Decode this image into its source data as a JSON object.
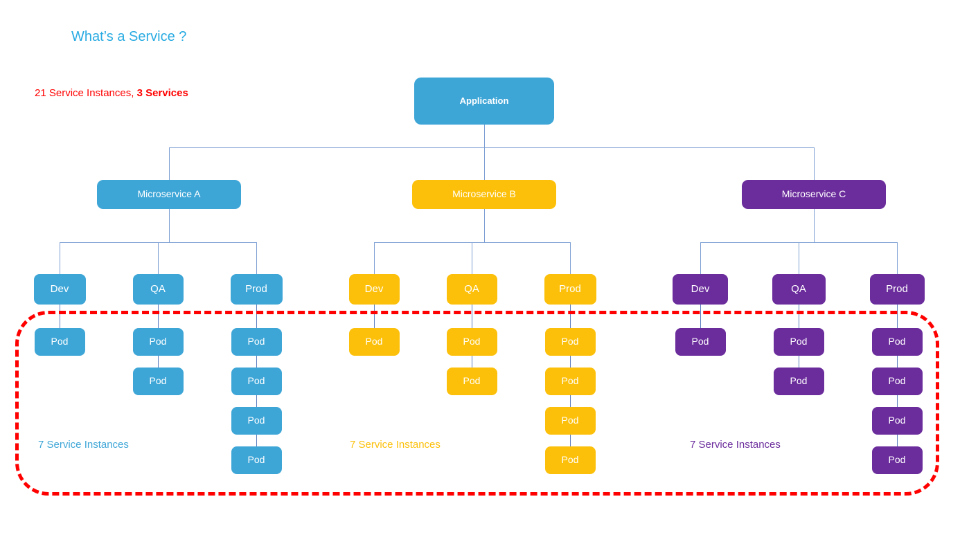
{
  "title": "What’s a Service ?",
  "summary": {
    "prefix": "21 Service Instances, ",
    "emphasis": "3 Services"
  },
  "colors": {
    "blue": "#3EA6D7",
    "amber": "#FCC00A",
    "purple": "#6B2C9C",
    "connector": "#7D9FD3",
    "boundary": "#FF0000",
    "title": "#29ABE2",
    "summary": "#FF0000"
  },
  "boundary": {
    "label": "service-instances-boundary",
    "style": "red-dashed-rounded"
  },
  "root": {
    "label": "Application",
    "color": "blue"
  },
  "microservices": [
    {
      "label": "Microservice A",
      "color": "blue",
      "instances_label": "7 Service Instances",
      "environments": [
        {
          "label": "Dev",
          "pods": [
            "Pod"
          ]
        },
        {
          "label": "QA",
          "pods": [
            "Pod",
            "Pod"
          ]
        },
        {
          "label": "Prod",
          "pods": [
            "Pod",
            "Pod",
            "Pod",
            "Pod"
          ]
        }
      ]
    },
    {
      "label": "Microservice B",
      "color": "amber",
      "instances_label": "7 Service Instances",
      "environments": [
        {
          "label": "Dev",
          "pods": [
            "Pod"
          ]
        },
        {
          "label": "QA",
          "pods": [
            "Pod",
            "Pod"
          ]
        },
        {
          "label": "Prod",
          "pods": [
            "Pod",
            "Pod",
            "Pod",
            "Pod"
          ]
        }
      ]
    },
    {
      "label": "Microservice C",
      "color": "purple",
      "instances_label": "7 Service Instances",
      "environments": [
        {
          "label": "Dev",
          "pods": [
            "Pod"
          ]
        },
        {
          "label": "QA",
          "pods": [
            "Pod",
            "Pod"
          ]
        },
        {
          "label": "Prod",
          "pods": [
            "Pod",
            "Pod",
            "Pod",
            "Pod"
          ]
        }
      ]
    }
  ]
}
